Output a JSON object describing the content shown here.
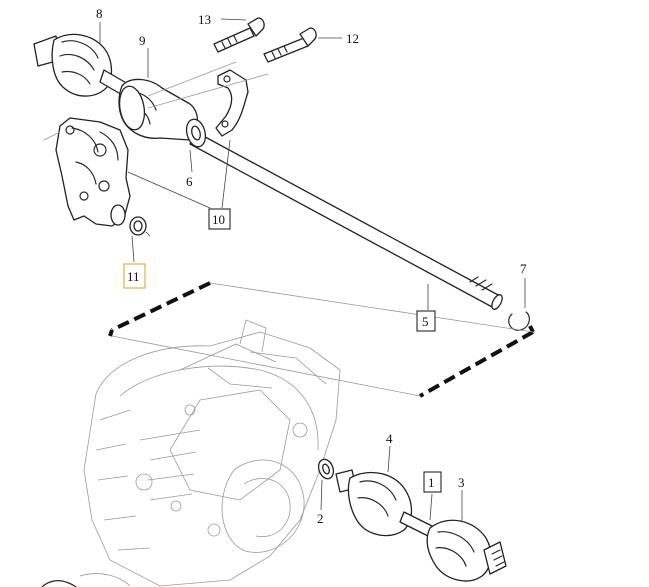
{
  "callouts": {
    "c1": "1",
    "c2": "2",
    "c3": "3",
    "c4": "4",
    "c5": "5",
    "c6": "6",
    "c7": "7",
    "c8": "8",
    "c9": "9",
    "c10": "10",
    "c11": "11",
    "c12": "12",
    "c13": "13"
  },
  "colors": {
    "ink": "#222222",
    "highlight_box": "#e8b64a",
    "faint_line": "#9a9a9a"
  }
}
